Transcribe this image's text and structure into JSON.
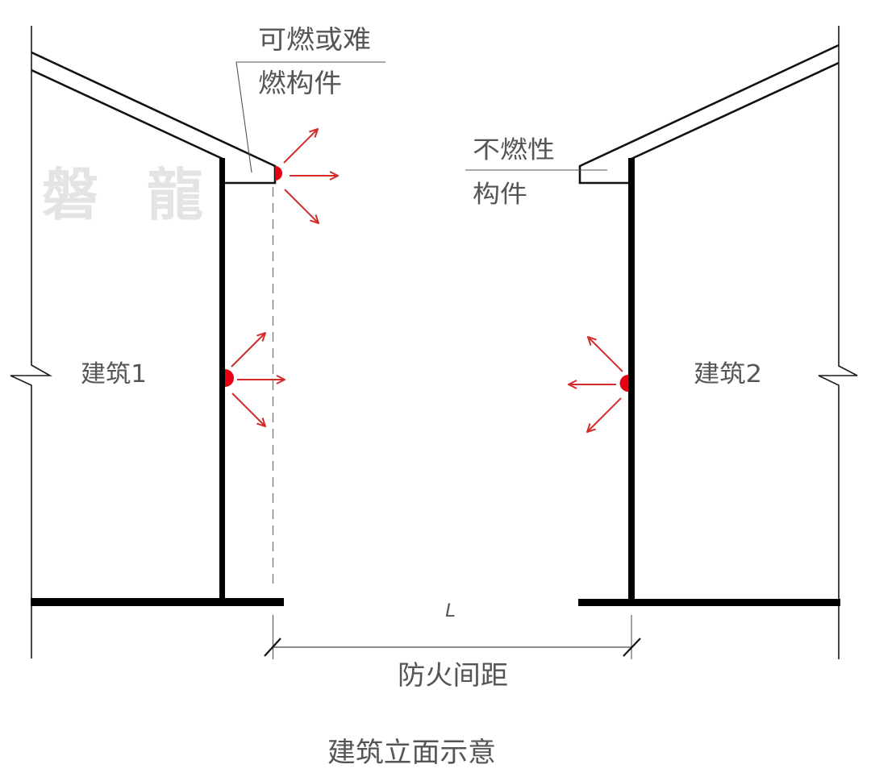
{
  "diagram": {
    "title": "建筑立面示意",
    "watermark": "磐龍",
    "building_left": {
      "label": "建筑1",
      "eave_label_line1": "可燃或难",
      "eave_label_line2": "燃构件"
    },
    "building_right": {
      "label": "建筑2",
      "eave_label_line1": "不燃性",
      "eave_label_line2": "构件"
    },
    "dimension": {
      "symbol": "L",
      "label": "防火间距"
    },
    "colors": {
      "text": "#555555",
      "structure_line": "#000000",
      "fire_source": "#e60012",
      "fire_arrow": "#d42b2b",
      "watermark": "#e4e4e4",
      "dimension_line": "#666666"
    }
  }
}
